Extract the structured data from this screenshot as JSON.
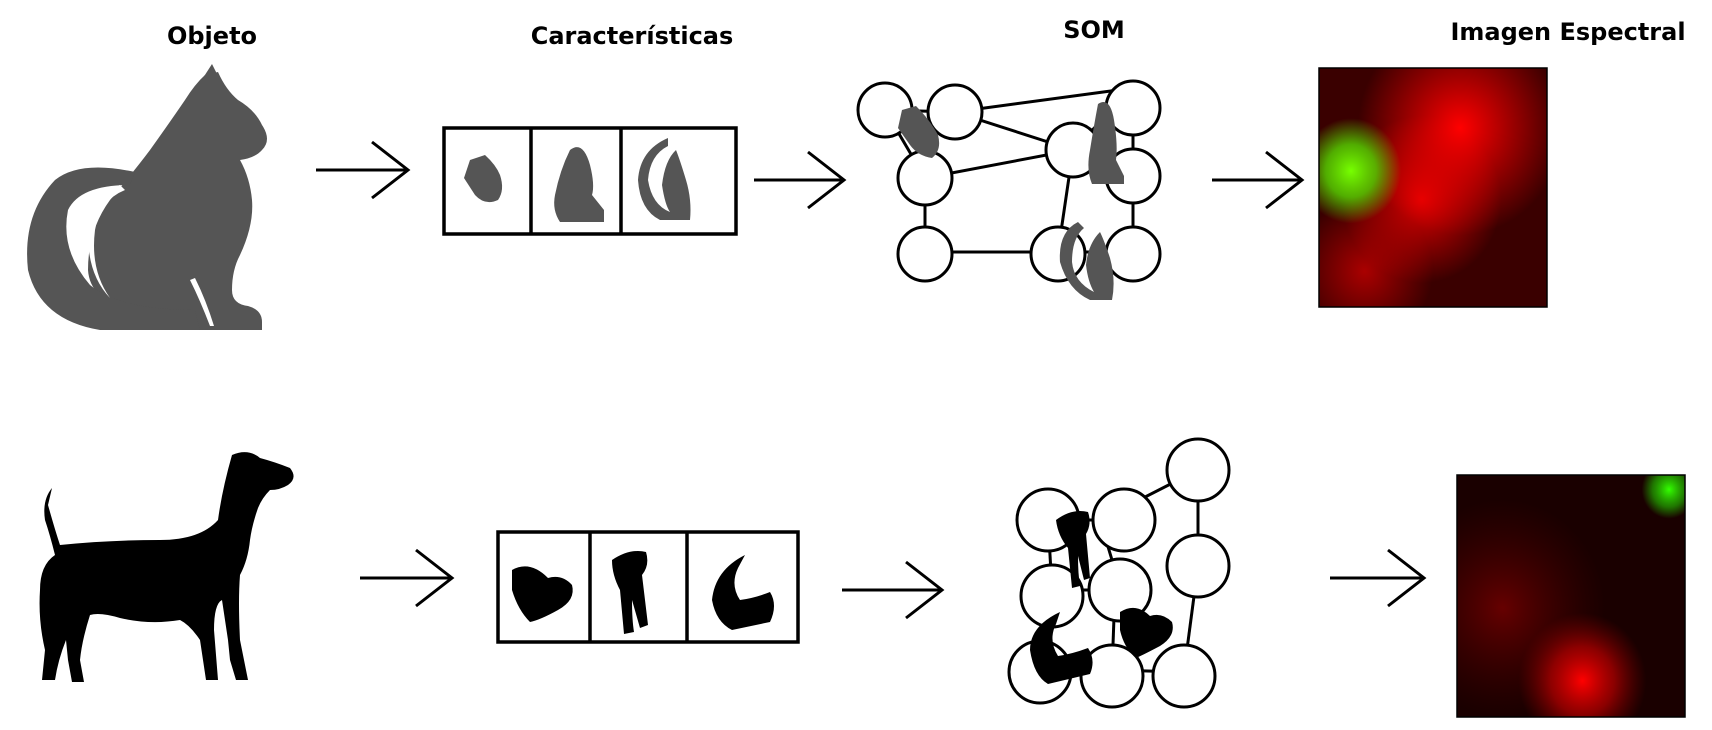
{
  "headers": {
    "objeto": "Objeto",
    "caracteristicas": "Características",
    "som": "SOM",
    "imagen": "Imagen Espectral"
  },
  "rows": [
    {
      "animal": "cat",
      "silhouette_color": "#555555"
    },
    {
      "animal": "dog",
      "silhouette_color": "#000000"
    }
  ],
  "colors": {
    "stroke": "#000000",
    "heatmap_red": "#ff0000",
    "heatmap_green": "#66ff00",
    "heatmap_dark": "#000000"
  }
}
